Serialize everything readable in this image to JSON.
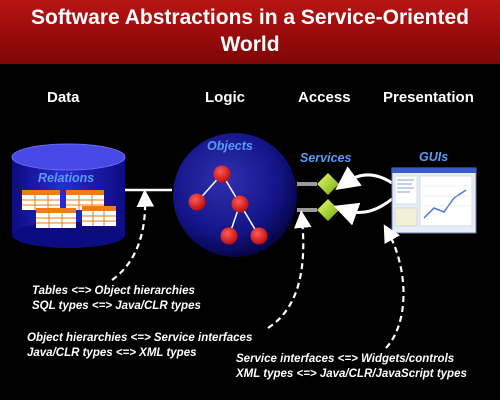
{
  "title": {
    "line1": "Software Abstractions in a Service-Oriented",
    "line2": "World"
  },
  "columns": {
    "data": "Data",
    "logic": "Logic",
    "access": "Access",
    "presentation": "Presentation"
  },
  "labels": {
    "relations": "Relations",
    "objects": "Objects",
    "services": "Services",
    "guis": "GUIs"
  },
  "notes": {
    "tables_line1": "Tables <=> Object hierarchies",
    "tables_line2": "SQL types <=> Java/CLR types",
    "objects_line1": "Object hierarchies <=> Service interfaces",
    "objects_line2": "Java/CLR types <=> XML types",
    "services_line1": "Service interfaces <=> Widgets/controls",
    "services_line2": "XML types <=> Java/CLR/JavaScript types"
  },
  "colors": {
    "title_bar": "#9e0c0c",
    "label_blue": "#5b9bf4",
    "database": "#1c1cb0",
    "sphere": "#101078",
    "node_red": "#dd1010",
    "diamond": "#b7ee22"
  }
}
